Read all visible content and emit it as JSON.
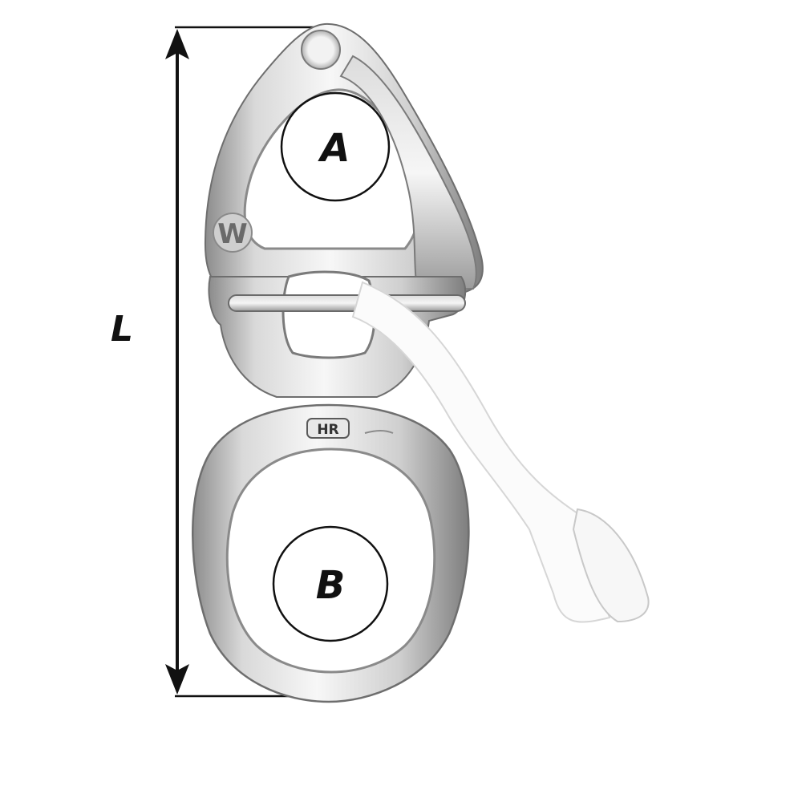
{
  "diagram": {
    "length_label": "L",
    "opening_top_label": "A",
    "opening_bottom_label": "B",
    "logo_mark": "W",
    "stamp_mark": "HR"
  },
  "colors": {
    "background": "#ffffff",
    "line": "#111111",
    "steel_light": "#f4f4f4",
    "steel_mid": "#c9c9c9",
    "steel_dark": "#7a7a7a",
    "rope": "#fafafa"
  }
}
